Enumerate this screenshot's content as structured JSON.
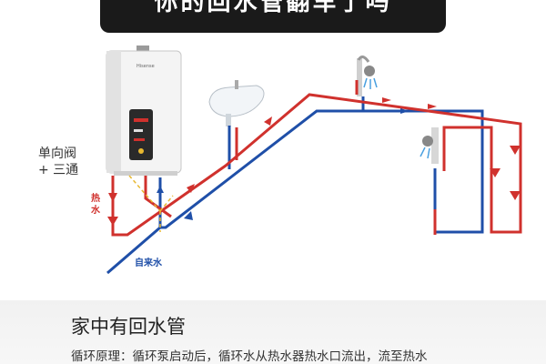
{
  "banner": {
    "title": "你的回水管翻车了吗"
  },
  "heater": {
    "brand": "Hisense"
  },
  "labels": {
    "valve_line1": "单向阀",
    "valve_line2": "+ 三通",
    "hot_water_char1": "热",
    "hot_water_char2": "水",
    "cold_water": "自来水"
  },
  "panel": {
    "title": "家中有回水管",
    "text": "循环原理：循环泵启动后，循环水从热水器热水口流出，流至热水"
  },
  "colors": {
    "hot_pipe": "#d0312d",
    "cold_pipe": "#1f4fa8",
    "valve_dash": "#e8b830"
  }
}
